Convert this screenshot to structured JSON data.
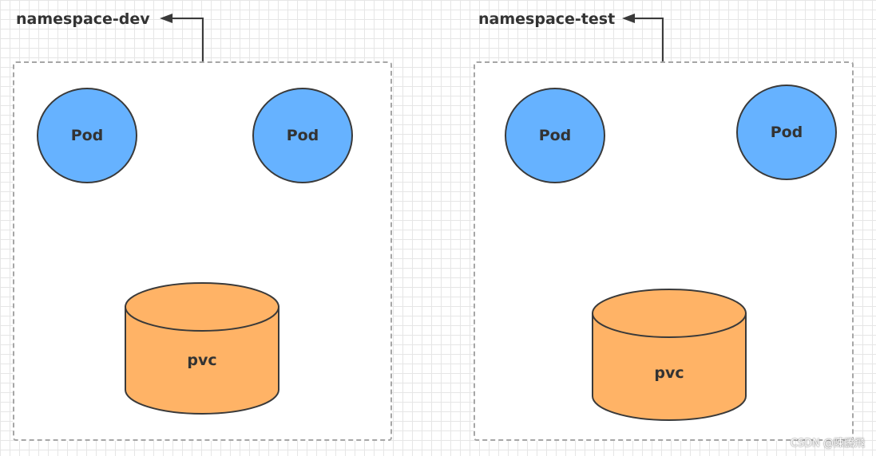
{
  "namespaces": [
    {
      "label": "namespace-dev",
      "pods": [
        {
          "label": "Pod"
        },
        {
          "label": "Pod"
        }
      ],
      "pvc": {
        "label": "pvc"
      }
    },
    {
      "label": "namespace-test",
      "pods": [
        {
          "label": "Pod"
        },
        {
          "label": "Pod"
        }
      ],
      "pvc": {
        "label": "pvc"
      }
    }
  ],
  "watermark": "CSDN @陳騰飛",
  "colors": {
    "pod_fill": "#66b2ff",
    "pvc_fill": "#ffb366",
    "outline": "#3a3a3a",
    "dashed_border": "#a6a6a6",
    "grid": "#e6e6e6",
    "text": "#333333"
  },
  "icons": {
    "connector": "elbow-arrow-icon"
  }
}
